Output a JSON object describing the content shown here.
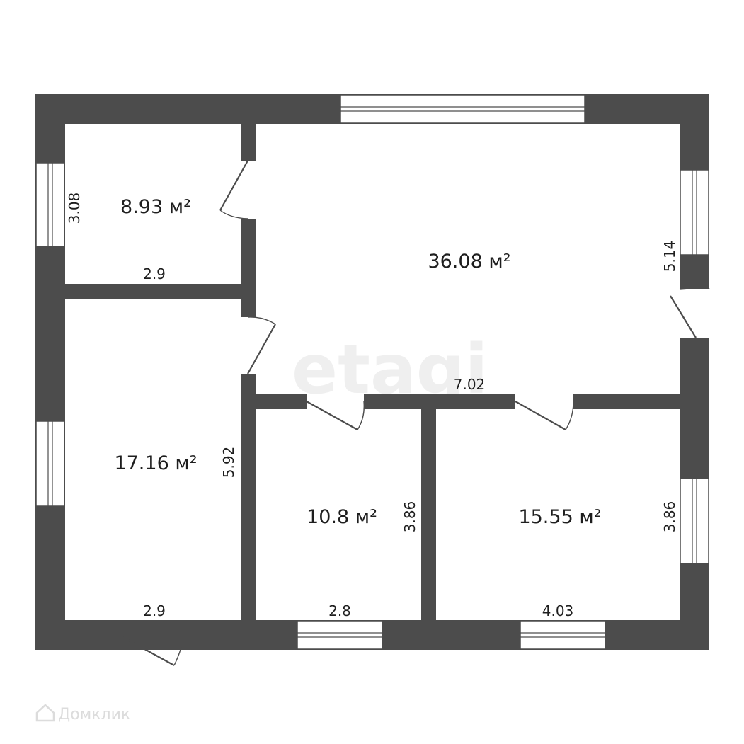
{
  "watermark": {
    "text": "etagi"
  },
  "brand": {
    "text": "Домклик"
  },
  "rooms": [
    {
      "id": "room-top-left",
      "area": "8.93 м²"
    },
    {
      "id": "room-main",
      "area": "36.08 м²"
    },
    {
      "id": "room-left",
      "area": "17.16 м²"
    },
    {
      "id": "room-mid",
      "area": "10.8 м²"
    },
    {
      "id": "room-right",
      "area": "15.55 м²"
    }
  ],
  "dimensions": {
    "top_left_height": "3.08",
    "top_left_width": "2.9",
    "main_height": "5.14",
    "main_width": "7.02",
    "left_height": "5.92",
    "left_width": "2.9",
    "mid_height": "3.86",
    "mid_width": "2.8",
    "right_height": "3.86",
    "right_width": "4.03"
  },
  "colors": {
    "wall": "#4c4c4c",
    "background": "#ffffff",
    "text": "#1e1e1e"
  }
}
